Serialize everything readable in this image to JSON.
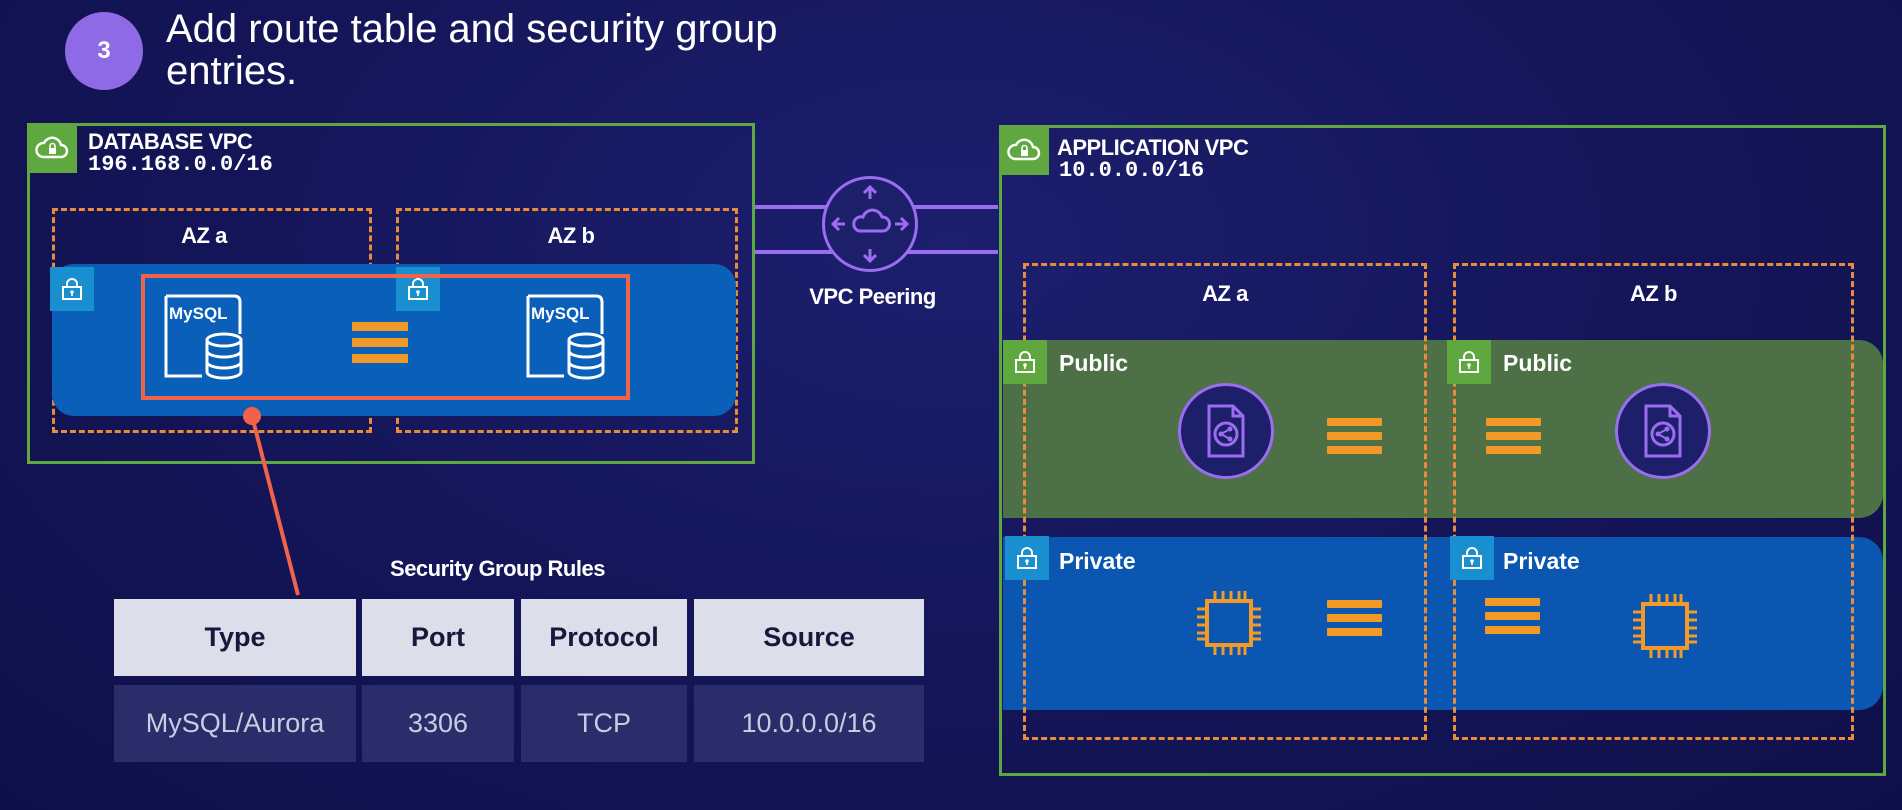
{
  "header": {
    "step_number": "3",
    "title": "Add route table and security group entries."
  },
  "database_vpc": {
    "title": "DATABASE VPC",
    "cidr": "196.168.0.0/16",
    "az_a": "AZ a",
    "az_b": "AZ b",
    "db_label_a": "MySQL",
    "db_label_b": "MySQL"
  },
  "peering": {
    "label": "VPC Peering"
  },
  "application_vpc": {
    "title": "APPLICATION VPC",
    "cidr": "10.0.0.0/16",
    "az_a": "AZ a",
    "az_b": "AZ b",
    "public_label_a": "Public",
    "public_label_b": "Public",
    "private_label_a": "Private",
    "private_label_b": "Private"
  },
  "security_group": {
    "title": "Security Group Rules",
    "headers": [
      "Type",
      "Port",
      "Protocol",
      "Source"
    ],
    "row": [
      "MySQL/Aurora",
      "3306",
      "TCP",
      "10.0.0.0/16"
    ]
  },
  "colors": {
    "vpc_border": "#5fa83f",
    "az_border": "#e98b3a",
    "peering": "#9b6df0",
    "connector": "#f0624a"
  }
}
